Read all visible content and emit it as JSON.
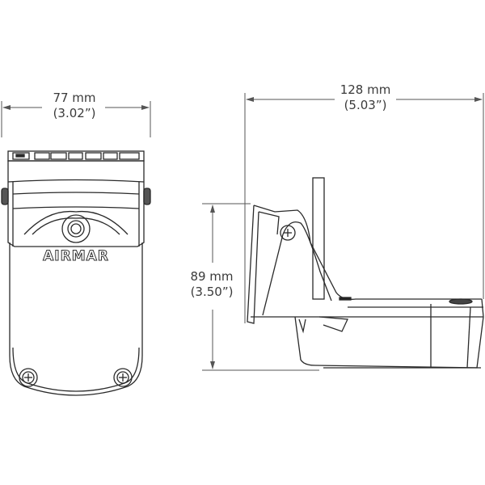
{
  "diagram": {
    "product_brand": "AIRMAR",
    "front_view": {
      "width_dimension": {
        "metric": "77 mm",
        "imperial": "(3.02”)"
      }
    },
    "side_view": {
      "length_dimension": {
        "metric": "128 mm",
        "imperial": "(5.03”)"
      },
      "height_dimension": {
        "metric": "89 mm",
        "imperial": "(3.50”)"
      }
    },
    "colors": {
      "line": "#2a2a2a",
      "dimension": "#555555",
      "background": "#ffffff"
    }
  }
}
